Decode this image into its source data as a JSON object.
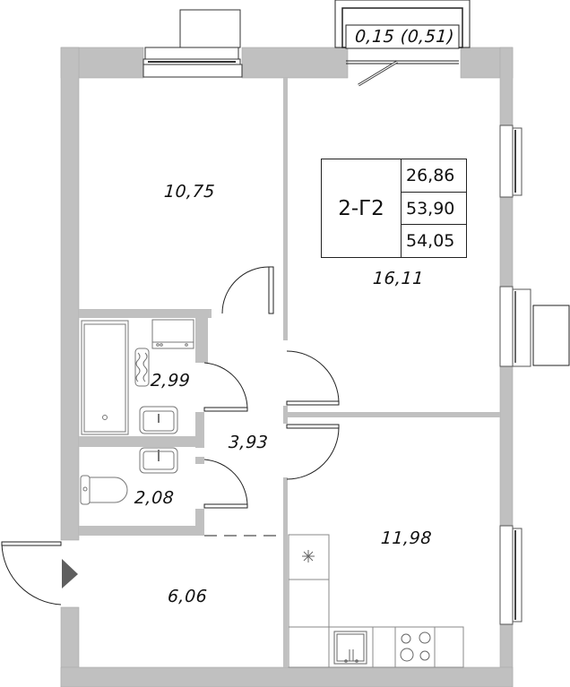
{
  "plan": {
    "apartment_type": "2-Г2",
    "areas_summary": {
      "living_area": "26,86",
      "total_area": "53,90",
      "total_area_with_balcony": "54,05"
    },
    "balcony": {
      "label": "0,15 (0,51)"
    },
    "rooms": [
      {
        "id": "bedroom",
        "area": "10,75"
      },
      {
        "id": "living-room",
        "area": "16,11"
      },
      {
        "id": "bathroom",
        "area": "2,99"
      },
      {
        "id": "hallway",
        "area": "3,93"
      },
      {
        "id": "toilet",
        "area": "2,08"
      },
      {
        "id": "entrance-hall",
        "area": "6,06"
      },
      {
        "id": "kitchen",
        "area": "11,98"
      }
    ],
    "colors": {
      "wall": "#c0c0c0",
      "line": "#222222",
      "entrance_arrow": "#5f5f5f",
      "background": "#ffffff"
    }
  }
}
